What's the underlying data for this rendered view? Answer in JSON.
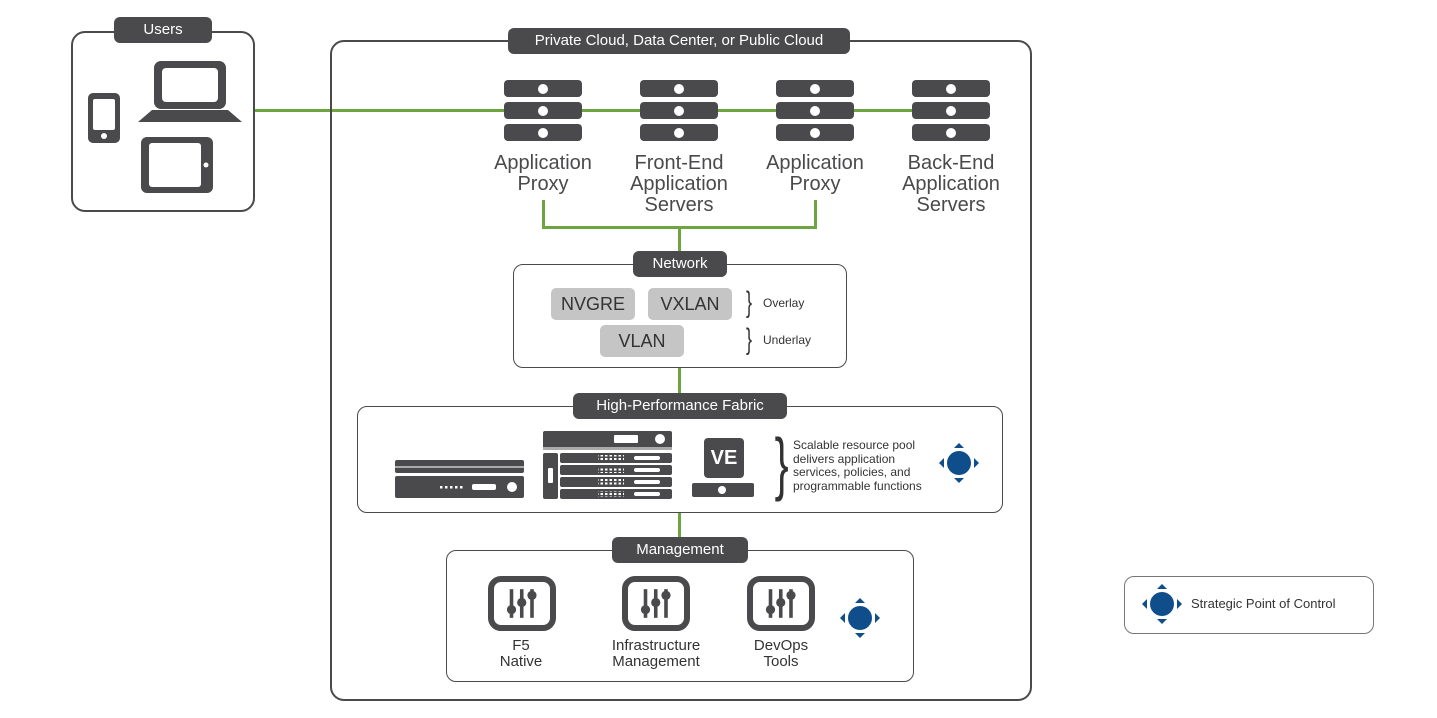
{
  "users": {
    "tag": "Users",
    "devices": [
      "smartphone-icon",
      "laptop-icon",
      "tablet-icon"
    ]
  },
  "cloud": {
    "tag": "Private Cloud, Data Center, or Public Cloud",
    "servers": [
      {
        "icon": "server-stack-icon",
        "line1": "Application",
        "line2": "Proxy",
        "line3": ""
      },
      {
        "icon": "server-stack-icon",
        "line1": "Front-End",
        "line2": "Application",
        "line3": "Servers"
      },
      {
        "icon": "server-stack-icon",
        "line1": "Application",
        "line2": "Proxy",
        "line3": ""
      },
      {
        "icon": "server-stack-icon",
        "line1": "Back-End",
        "line2": "Application",
        "line3": "Servers"
      }
    ]
  },
  "network": {
    "tag": "Network",
    "overlay": [
      "NVGRE",
      "VXLAN"
    ],
    "underlay": [
      "VLAN"
    ],
    "overlay_label": "Overlay",
    "underlay_label": "Underlay"
  },
  "fabric": {
    "tag": "High-Performance Fabric",
    "devices": [
      "appliance-icon",
      "chassis-icon",
      "virtual-edition-icon"
    ],
    "ve_label": "VE",
    "description": [
      "Scalable resource pool",
      "delivers application",
      "services, policies, and",
      "programmable functions"
    ],
    "control_icon": "strategic-point-of-control-icon"
  },
  "management": {
    "tag": "Management",
    "items": [
      {
        "icon": "sliders-icon",
        "line1": "F5",
        "line2": "Native"
      },
      {
        "icon": "sliders-icon",
        "line1": "Infrastructure",
        "line2": "Management"
      },
      {
        "icon": "sliders-icon",
        "line1": "DevOps",
        "line2": "Tools"
      }
    ],
    "control_icon": "strategic-point-of-control-icon"
  },
  "legend": {
    "icon": "strategic-point-of-control-icon",
    "label": "Strategic Point of Control"
  },
  "colors": {
    "dark_gray": "#4a4a4c",
    "connector_green": "#6ea541",
    "pill_gray": "#c5c5c6",
    "control_blue": "#0f4e8a"
  }
}
